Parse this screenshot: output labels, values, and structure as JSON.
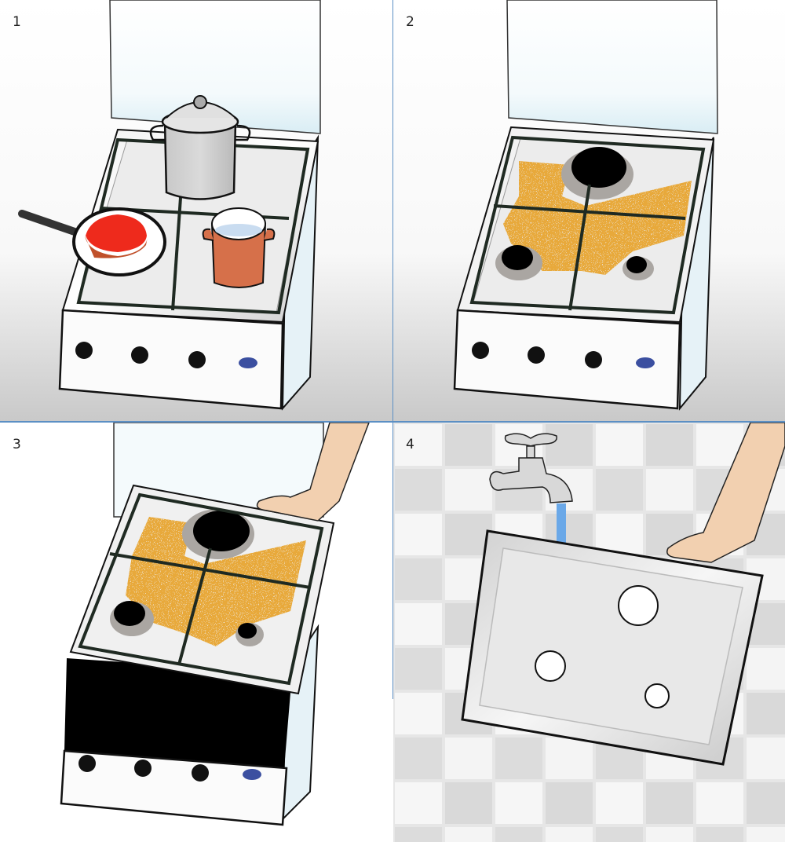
{
  "figure": {
    "type": "instructional-illustration",
    "layout": "2x2 grid",
    "divider_color": "#5b8fc4",
    "panels": [
      {
        "step": "1",
        "caption": "",
        "scene": "gas stove in use: tall steel stockpot on rear burner, frying pan with steak on front-left burner, copper pot with water on front-right burner; glass lid raised"
      },
      {
        "step": "2",
        "caption": "",
        "scene": "empty stove top with grease stains (orange) around three burners and pan supports"
      },
      {
        "step": "3",
        "caption": "",
        "scene": "hand lifting the stained stove top plate off the appliance, revealing black cavity"
      },
      {
        "step": "4",
        "caption": "",
        "scene": "hand holding the removed cleaned top plate under a running tap against tiled wall"
      }
    ]
  },
  "colors": {
    "grease": "#e8a93a",
    "steel": "#d4d4d4",
    "pan_support": "#1f2a22",
    "copper_pot": "#d6704a",
    "meat": "#ee2a1c",
    "skin": "#f2d0b0",
    "water": "#6aa8e8",
    "glass_lid": "#dff0f6",
    "tile_light": "#f4f4f4",
    "tile_dark": "#d9d9d9"
  }
}
